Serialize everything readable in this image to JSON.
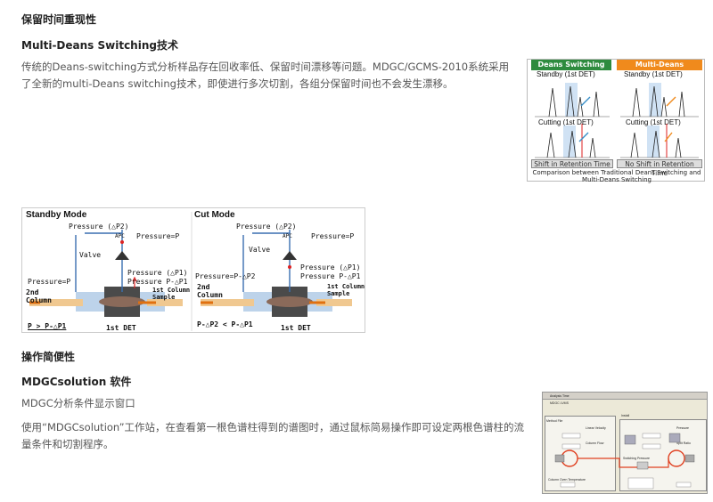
{
  "sections": {
    "s1_title": "保留时间重现性",
    "s1_subtitle": "Multi-Deans Switching技术",
    "s1_para_line1": "传统的Deans-switching方式分析样品存在回收率低、保留时间漂移等问题。MDGC/GCMS-2010系统采用",
    "s1_para_line2": "了全新的multi-Deans switching技术，即使进行多次切割，各组分保留时间也不会发生漂移。",
    "s2_title": "操作简便性",
    "s2_subtitle": "MDGCsolution 软件",
    "s2_line1": "MDGC分析条件显示窗口",
    "s2_para_line1": "使用“MDGCsolution”工作站，在查看第一根色谱柱得到的谱图时，通过鼠标简易操作即可设定两根色谱柱的流",
    "s2_para_line2": "量条件和切割程序。"
  },
  "deans_figure": {
    "left_header": "Deans Switching",
    "right_header": "Multi-Deans Switching",
    "standby": "Standby (1st DET)",
    "cutting": "Cutting (1st DET)",
    "left_footer": "Shift in Retention Time",
    "right_footer": "No Shift in Retention Time",
    "caption_line1": "Comparison between Traditional Deans Switching and",
    "caption_line2": "Multi-Deans Switching",
    "left_color": "#2e8b3e",
    "right_color": "#f08a1c"
  },
  "valve_figure": {
    "standby_title": "Standby Mode",
    "cut_title": "Cut Mode",
    "pressure_p2": "Pressure (△P2)",
    "apc": "APC",
    "pressure_eq_p": "Pressure=P",
    "valve": "Valve",
    "pressure_p1": "Pressure (△P1)",
    "pressure_p_minus_p1": "Pressure P-△P1",
    "pressure_p_minus_p2": "Pressure=P-△P2",
    "second_column_1": "2nd",
    "second_column_2": "Column",
    "first_column_1": "1st Column",
    "first_column_2": "Sample",
    "first_det": "1st DET",
    "standby_relation": "P > P-△P1",
    "cut_relation": "P-△P2 < P-△P1"
  },
  "mdgc_window": {
    "labels": [
      "Analysis Time",
      "MDGC LVMS",
      "Install",
      "Method File",
      "Linear Velocity",
      "Column Flow",
      "Switching Pressure",
      "Column Oven Temperature",
      "Pressure",
      "Split Ratio"
    ]
  }
}
